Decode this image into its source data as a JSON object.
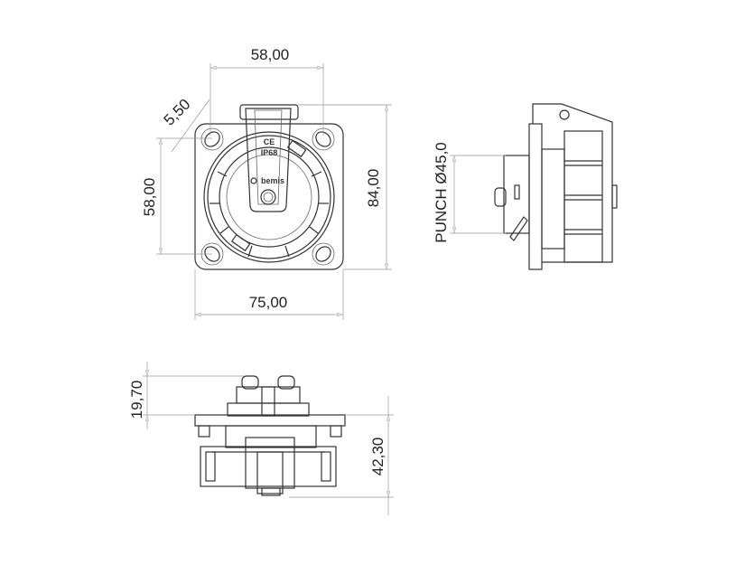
{
  "drawing": {
    "front_view": {
      "dim_width_top": "58,00",
      "dim_hole_diameter": "5,50",
      "dim_height_left": "58,00",
      "dim_height_right": "84,00",
      "dim_width_bottom": "75,00",
      "lid_marking_ce": "CE",
      "lid_marking_ip": "IP68",
      "lid_logo": "bemis"
    },
    "side_view": {
      "dim_punch": "PUNCH Ø45,0"
    },
    "bottom_view": {
      "dim_top_height": "19,70",
      "dim_depth": "42,30"
    }
  }
}
